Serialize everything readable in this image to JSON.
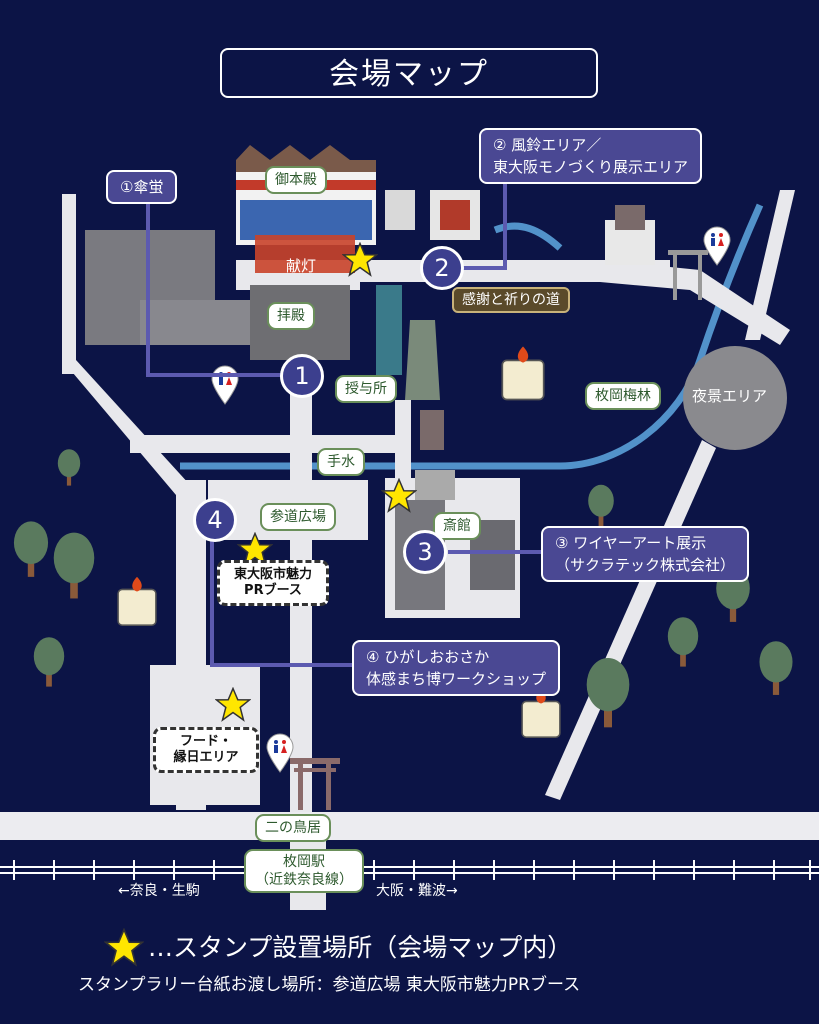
{
  "title": "会場マップ",
  "places": {
    "gohonden": "御本殿",
    "kento": "献灯",
    "haiden": "拝殿",
    "juyosho": "授与所",
    "temizu": "手水",
    "sando_hiroba": "参道広場",
    "saikan": "斎館",
    "kansha_michi": "感謝と祈りの道",
    "hiraoka_bairin": "枚岡梅林",
    "yakei_area": "夜景エリア",
    "ninotorii": "二の鳥居",
    "station_line1": "枚岡駅",
    "station_line2": "（近鉄奈良線）",
    "dir_left": "←奈良・生駒",
    "dir_right": "大阪・難波→"
  },
  "booths": {
    "pr_line1": "東大阪市魅力",
    "pr_line2": "PRブース",
    "food_line1": "フード・",
    "food_line2": "縁日エリア"
  },
  "callouts": {
    "c1": "①傘蛍",
    "c2_line1": "② 風鈴エリア／",
    "c2_line2": "東大阪モノづくり展示エリア",
    "c3_line1": "③ ワイヤーアート展示",
    "c3_line2": "（サクラテック株式会社）",
    "c4_line1": "④ ひがしおおさか",
    "c4_line2": "体感まち博ワークショップ"
  },
  "markers": [
    "1",
    "2",
    "3",
    "4"
  ],
  "legend": {
    "star_text": "…スタンプ設置場所（会場マップ内）",
    "note": "スタンプラリー台紙お渡し場所：参道広場 東大阪市魅力PRブース"
  },
  "icons": [
    "star-icon",
    "restroom-icon",
    "torii-icon",
    "lantern-icon",
    "tree-icon"
  ],
  "colors": {
    "background": "#0c1446",
    "path": "#e8e8ec",
    "callout": "#4a4893",
    "marker": "#3c3f8e",
    "star": "#ffe600",
    "river": "#5aa0d8",
    "label_green": "#6a8f5a"
  }
}
